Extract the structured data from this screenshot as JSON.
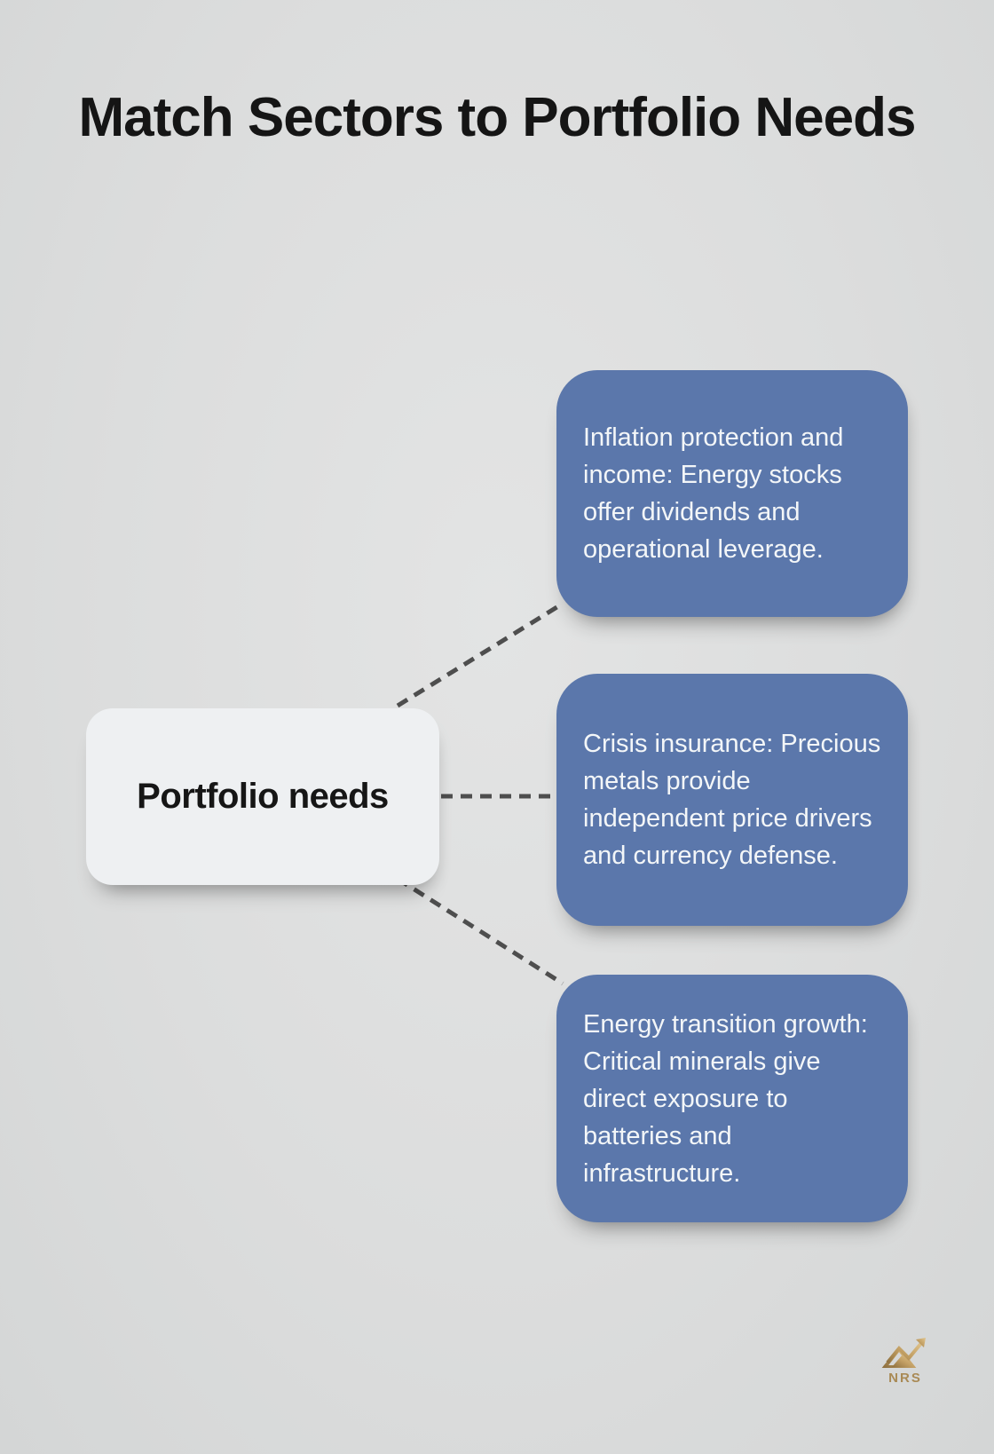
{
  "title": "Match Sectors to Portfolio Needs",
  "center_node": {
    "label": "Portfolio needs"
  },
  "nodes": [
    {
      "text": "Inflation protection and income: Energy stocks offer dividends and operational leverage."
    },
    {
      "text": "Crisis insurance: Precious metals provide independent price drivers and currency defense."
    },
    {
      "text": "Energy transition growth: Critical minerals give direct exposure to batteries and infrastructure."
    }
  ],
  "logo": {
    "text": "NRS"
  },
  "colors": {
    "background": "#dcdddd",
    "branch_fill": "#5b77ab",
    "branch_text": "#f3f6f8",
    "center_fill": "#eef0f2",
    "connector": "#4e4e4e",
    "title_text": "#151515",
    "logo_gold": "#a98a55"
  }
}
